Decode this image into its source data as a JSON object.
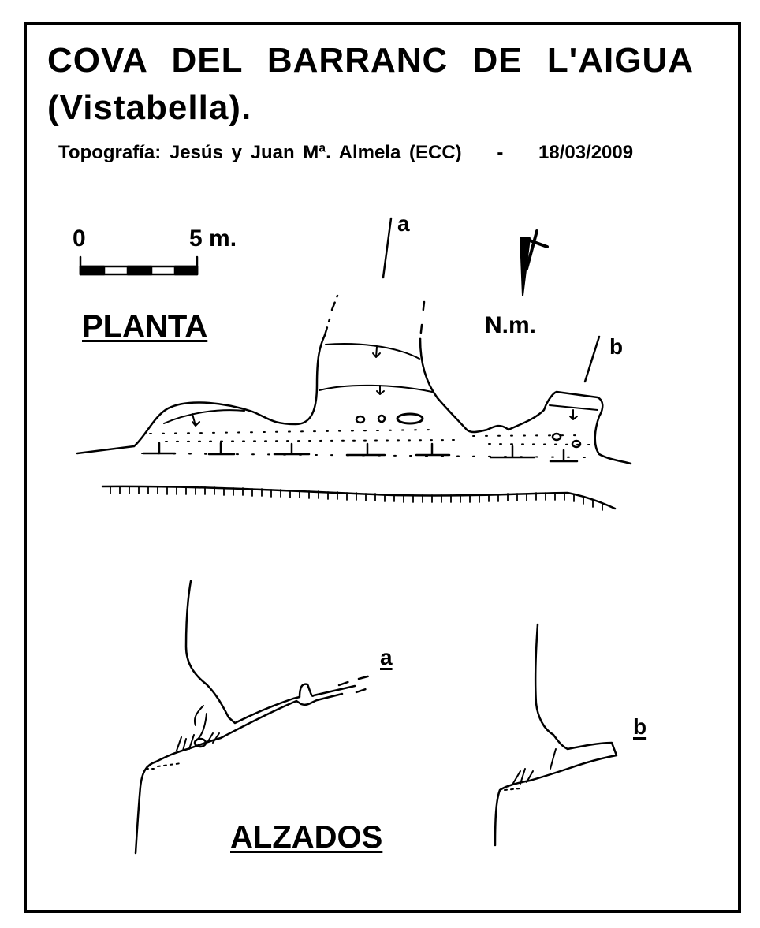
{
  "title": {
    "line1": "COVA DEL BARRANC DE L'AIGUA",
    "line2": "(Vistabella)."
  },
  "credit": {
    "label": "Topografía: Jesús y Juan Mª. Almela (ECC)",
    "separator": "-",
    "date": "18/03/2009"
  },
  "scale": {
    "start": "0",
    "end": "5 m."
  },
  "north": {
    "label": "N.m."
  },
  "plan": {
    "label": "PLANTA",
    "section_a": "a",
    "section_b": "b"
  },
  "elevations": {
    "label": "ALZADOS",
    "profile_a": "a",
    "profile_b": "b"
  },
  "colors": {
    "ink": "#000000",
    "paper": "#ffffff"
  }
}
